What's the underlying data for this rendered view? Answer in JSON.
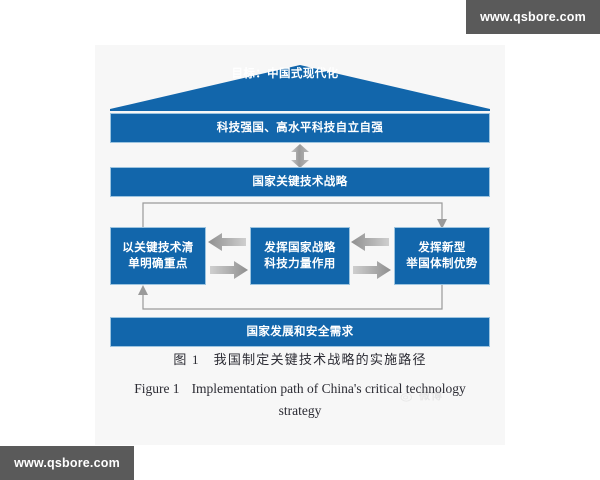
{
  "watermarks": {
    "top_right": "www.qsbore.com",
    "bottom_left": "www.qsbore.com",
    "weibo_label": "微博"
  },
  "figure": {
    "roof": {
      "label": "目标：中国式现代化",
      "icon": "house-roof-triangle"
    },
    "bars": [
      {
        "id": "tech",
        "label": "科技强国、高水平科技自立自强"
      },
      {
        "id": "strategy",
        "label": "国家关键技术战略"
      },
      {
        "id": "demand",
        "label": "国家发展和安全需求"
      }
    ],
    "boxes": [
      {
        "id": "left",
        "label": "以关键技术清\n单明确重点",
        "line1": "以关键技术清",
        "line2": "单明确重点"
      },
      {
        "id": "center",
        "label": "发挥国家战略\n科技力量作用",
        "line1": "发挥国家战略",
        "line2": "科技力量作用"
      },
      {
        "id": "right",
        "label": "发挥新型\n举国体制优势",
        "line1": "发挥新型",
        "line2": "举国体制优势"
      }
    ],
    "connectors": [
      {
        "id": "vertical-double-arrow",
        "icon": "double-arrow-vertical",
        "between": [
          "tech",
          "strategy"
        ]
      },
      {
        "id": "left-gap-arrows",
        "icon": "arrow-left-and-arrow-right",
        "between": [
          "left",
          "center"
        ]
      },
      {
        "id": "right-gap-arrows",
        "icon": "arrow-left-and-arrow-right",
        "between": [
          "center",
          "right"
        ]
      },
      {
        "id": "loop-top",
        "icon": "feedback-loop-arrow-to-right-box",
        "from": "left",
        "to": "right"
      },
      {
        "id": "loop-bottom",
        "icon": "feedback-loop-arrow-to-left-box",
        "from": "right",
        "to": "left"
      }
    ]
  },
  "caption": {
    "cn_number": "图 1",
    "cn_text": "我国制定关键技术战略的实施路径",
    "en_number": "Figure 1",
    "en_text": "Implementation path of China's critical technology strategy"
  },
  "colors": {
    "blue": "#1266ab",
    "blue_border": "#9cc4e0",
    "roof_blue": "#1266ab",
    "arrow_gray": "#9a9a9a",
    "loop_gray": "#9a9a9a",
    "panel_bg": "#f7f7f7",
    "watermark_bg": "#5a5a5a"
  }
}
